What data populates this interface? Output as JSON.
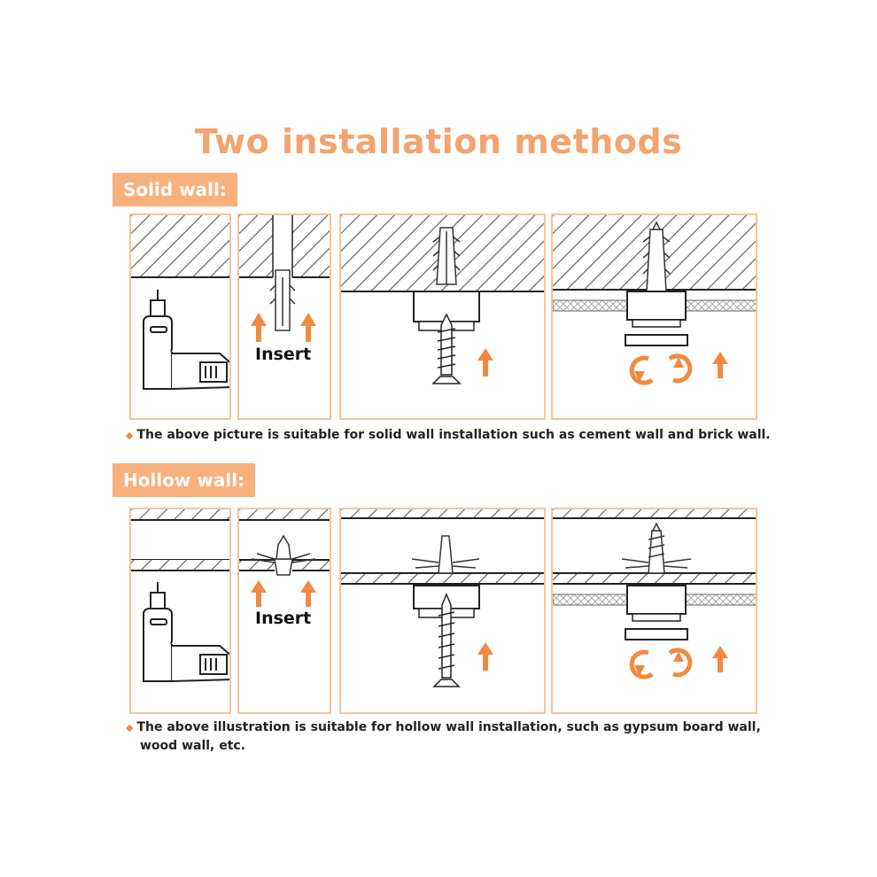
{
  "title": "Two installation methods",
  "solid": {
    "tag": "Solid wall:",
    "insert_label": "Insert",
    "note": "The above picture is suitable for solid wall installation such as cement wall and brick wall."
  },
  "hollow": {
    "tag": "Hollow wall:",
    "insert_label": "Insert",
    "note_line1": "The above illustration is suitable for hollow wall installation, such as gypsum board wall,",
    "note_line2": "wood wall, etc."
  },
  "colors": {
    "accent": "#f8b07d",
    "arrow": "#f08a40",
    "title": "#f2a46e",
    "panel_border": "#f2c49c"
  },
  "icons": [
    "drill-icon",
    "wall-anchor-icon",
    "screw-icon",
    "rotate-icon",
    "up-arrow-icon"
  ]
}
